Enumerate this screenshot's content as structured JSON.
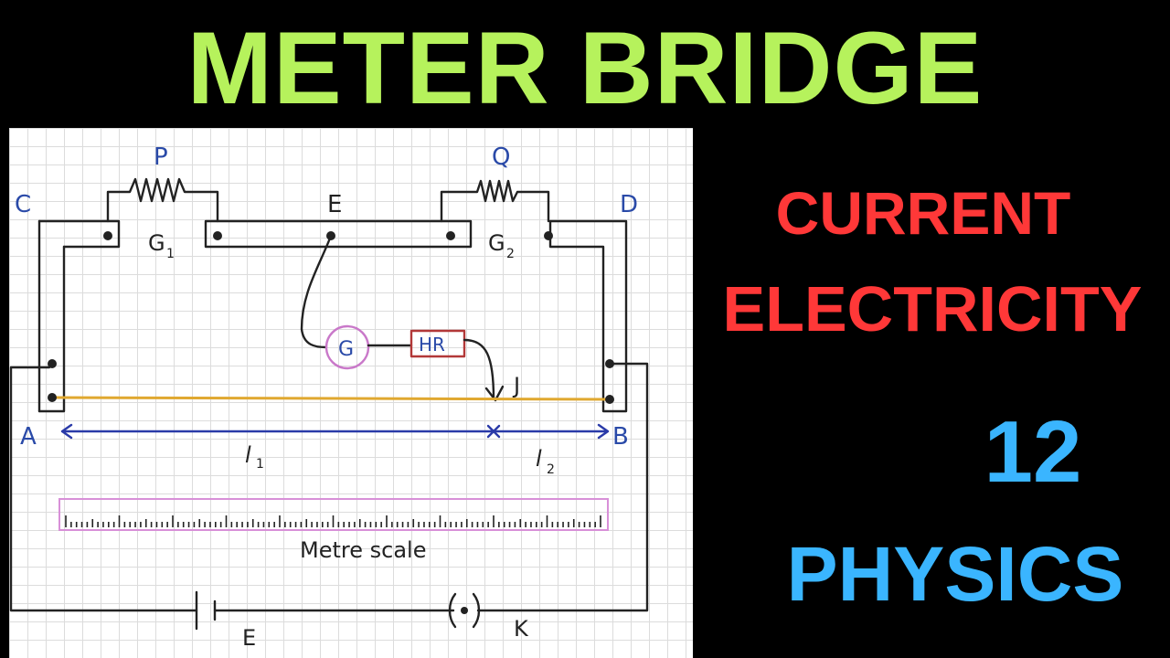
{
  "header": {
    "title": "METER BRIDGE"
  },
  "sidebar": {
    "line1": "CURRENT",
    "line2": "ELECTRICITY",
    "class_number": "12",
    "subject": "PHYSICS"
  },
  "diagram": {
    "labels": {
      "P": "P",
      "Q": "Q",
      "C": "C",
      "D": "D",
      "E_top": "E",
      "G1": "G",
      "G1_sub": "1",
      "G2": "G",
      "G2_sub": "2",
      "galvanometer": "G",
      "hr": "HR",
      "J": "J",
      "A": "A",
      "B": "B",
      "l1": "l",
      "l1_sub": "1",
      "l2": "l",
      "l2_sub": "2",
      "scale": "Metre scale",
      "E_cell": "E",
      "K": "K"
    }
  }
}
